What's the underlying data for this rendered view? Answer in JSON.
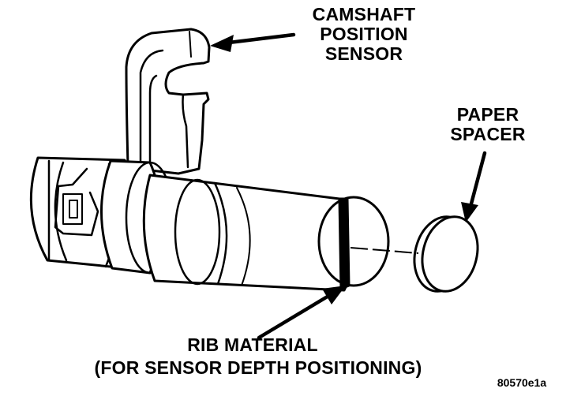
{
  "labels": {
    "camshaft_line1": "CAMSHAFT",
    "camshaft_line2": "POSITION",
    "camshaft_line3": "SENSOR",
    "paper_line1": "PAPER",
    "paper_line2": "SPACER",
    "rib_line1": "RIB MATERIAL",
    "rib_line2": "(FOR SENSOR DEPTH POSITIONING)",
    "figure_code": "80570e1a"
  },
  "colors": {
    "ink": "#000000",
    "background": "#ffffff"
  }
}
